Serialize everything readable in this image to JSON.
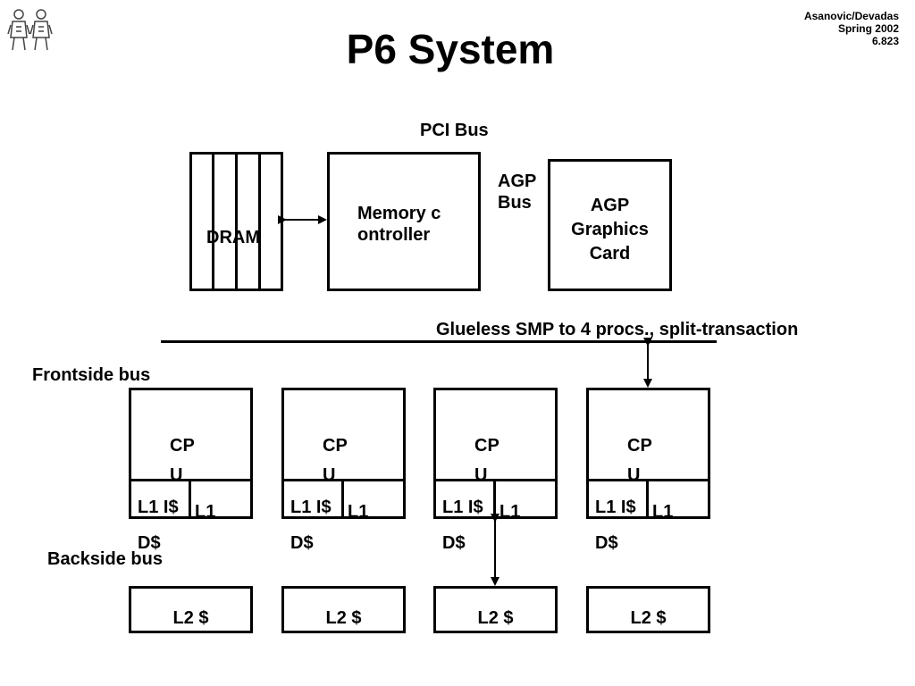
{
  "slide": {
    "title": "P6 System",
    "credits": {
      "authors": "Asanovic/Devadas",
      "term": "Spring 2002",
      "course": "6.823"
    }
  },
  "diagram": {
    "pci_bus_label": "PCI Bus",
    "dram_label": "DRAM",
    "memory_controller_label": "Memory controller",
    "agp_bus_label": "AGP Bus",
    "agp_card_label": "AGP Graphics Card",
    "frontside_note": "Glueless SMP to 4 procs., split-transaction",
    "frontside_bus_label": "Frontside bus",
    "backside_bus_label": "Backside bus",
    "cpus": [
      {
        "cpu_label": "CPU",
        "l1i_label": "L1 I$",
        "l1d_label": "L1 D$",
        "l2_label": "L2 $"
      },
      {
        "cpu_label": "CPU",
        "l1i_label": "L1 I$",
        "l1d_label": "L1 D$",
        "l2_label": "L2 $"
      },
      {
        "cpu_label": "CPU",
        "l1i_label": "L1 I$",
        "l1d_label": "L1 D$",
        "l2_label": "L2 $"
      },
      {
        "cpu_label": "CPU",
        "l1i_label": "L1 I$",
        "l1d_label": "L1 D$",
        "l2_label": "L2 $"
      }
    ]
  }
}
